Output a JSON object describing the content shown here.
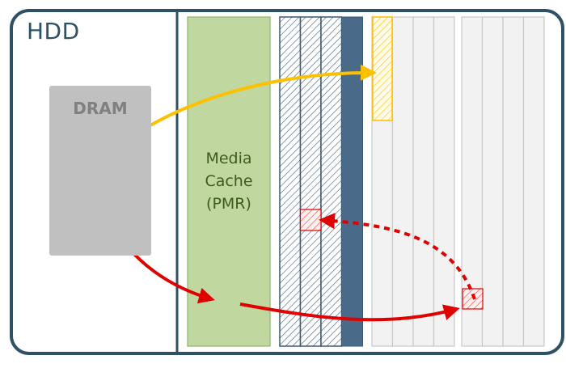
{
  "title": "HDD",
  "dram": {
    "label": "DRAM"
  },
  "media_cache": {
    "label_lines": [
      "Media",
      "Cache",
      "(PMR)"
    ]
  },
  "colors": {
    "frame": "#2f5166",
    "dram_fill": "#c0c0c0",
    "dram_text": "#808080",
    "media_cache_fill": "#c0d89f",
    "media_cache_border": "#8fb36a",
    "media_cache_text": "#3f5a1e",
    "smr_hatch": "#4a6a8a",
    "smr_solid": "#4a6a8a",
    "zone_fill": "#f2f2f2",
    "zone_border": "#c8c8c8",
    "write_yellow": "#ffc000",
    "write_red": "#e00000"
  },
  "bands": {
    "hatched_band_tracks": 3,
    "solid_band_tracks": 1,
    "zone1_tracks": 4,
    "zone2_tracks": 4
  },
  "arrows": [
    {
      "name": "sequential-write-arrow",
      "color": "write_yellow",
      "style": "solid",
      "from": "DRAM",
      "to": "zone1-track1"
    },
    {
      "name": "random-write-to-cache-arrow",
      "color": "write_red",
      "style": "solid",
      "from": "DRAM",
      "to": "media-cache"
    },
    {
      "name": "cache-flush-arrow",
      "color": "write_red",
      "style": "solid",
      "from": "media-cache",
      "to": "zone2-block"
    },
    {
      "name": "read-modify-write-arrow",
      "color": "write_red",
      "style": "dashed",
      "from": "zone2-block",
      "to": "hatched-band-block"
    }
  ]
}
